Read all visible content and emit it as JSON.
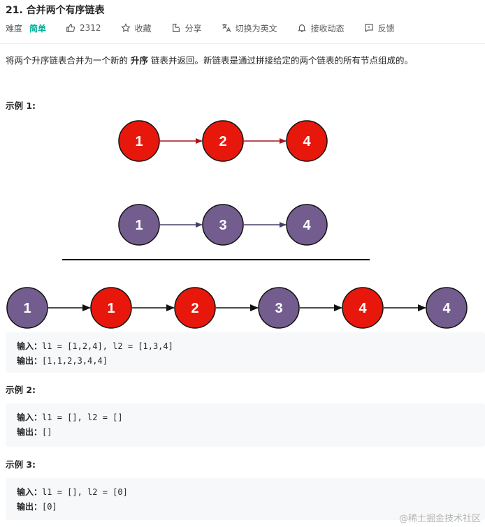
{
  "problem": {
    "title": "21. 合并两个有序链表",
    "difficulty_label": "难度",
    "difficulty_value": "简单",
    "likes": "2312",
    "actions": {
      "favorite": "收藏",
      "share": "分享",
      "switch_lang": "切换为英文",
      "follow": "接收动态",
      "feedback": "反馈"
    },
    "description": {
      "before": "将两个升序链表合并为一个新的 ",
      "bold": "升序",
      "after": " 链表并返回。新链表是通过拼接给定的两个链表的所有节点组成的。"
    }
  },
  "colors": {
    "red_node": "#e8170b",
    "purple_node": "#735d8e",
    "red_arrow": "#a8141f",
    "purple_arrow": "#4a3f66",
    "difficulty_easy": "#00af9b",
    "code_bg": "#f7f8fa"
  },
  "examples": [
    {
      "label": "示例 1:",
      "list1": [
        "1",
        "2",
        "4"
      ],
      "list2": [
        "1",
        "3",
        "4"
      ],
      "merged": [
        {
          "value": "1",
          "color": "purple"
        },
        {
          "value": "1",
          "color": "red"
        },
        {
          "value": "2",
          "color": "red"
        },
        {
          "value": "3",
          "color": "purple"
        },
        {
          "value": "4",
          "color": "red"
        },
        {
          "value": "4",
          "color": "purple"
        }
      ],
      "input_label": "输入：",
      "input": "l1 = [1,2,4], l2 = [1,3,4]",
      "output_label": "输出：",
      "output": "[1,1,2,3,4,4]"
    },
    {
      "label": "示例 2:",
      "input_label": "输入：",
      "input": "l1 = [], l2 = []",
      "output_label": "输出：",
      "output": "[]"
    },
    {
      "label": "示例 3:",
      "input_label": "输入：",
      "input": "l1 = [], l2 = [0]",
      "output_label": "输出：",
      "output": "[0]"
    }
  ],
  "watermark": "@稀土掘金技术社区"
}
